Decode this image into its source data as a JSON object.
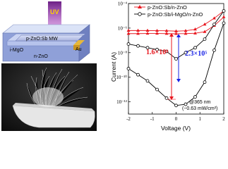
{
  "device": {
    "uv_label": "UV",
    "mw_label": "p-ZnO:Sb MW",
    "electrode_label": "Au",
    "insulator_label": "i-MgO",
    "substrate_label": "n-ZnO"
  },
  "colors": {
    "accent_red": "#e8141c",
    "accent_blue": "#1a23e6",
    "black": "#000000",
    "uv_purple": "#b84fc8"
  },
  "chart_data": {
    "type": "line",
    "xlabel": "Voltage (V)",
    "ylabel": "Current (A)",
    "xlim": [
      -2,
      2
    ],
    "ylim_log10": [
      -13,
      -4
    ],
    "y_scale": "log",
    "x_ticks": [
      "-2",
      "-1",
      "0",
      "1",
      "2"
    ],
    "y_ticks": [
      "10⁻¹²",
      "10⁻¹⁰",
      "10⁻⁸",
      "10⁻⁶",
      "10⁻⁴"
    ],
    "legend_position": "top",
    "series": [
      {
        "name": "p-ZnO:Sb/n-ZnO",
        "color": "#e8141c",
        "marker": "triangle",
        "dark": {
          "x": [
            -2.0,
            -1.6,
            -1.2,
            -0.8,
            -0.4,
            0.0,
            0.4,
            0.8,
            1.2,
            1.6,
            2.0
          ],
          "log10_y": [
            -6.45,
            -6.45,
            -6.44,
            -6.44,
            -6.45,
            -6.46,
            -6.45,
            -6.42,
            -6.3,
            -5.8,
            -5.1
          ]
        },
        "uv": {
          "x": [
            -2.0,
            -1.6,
            -1.2,
            -0.8,
            -0.4,
            0.0,
            0.4,
            0.8,
            1.2,
            1.6,
            2.0
          ],
          "log10_y": [
            -6.2,
            -6.2,
            -6.2,
            -6.21,
            -6.22,
            -6.25,
            -6.22,
            -6.1,
            -5.7,
            -5.2,
            -4.6
          ]
        }
      },
      {
        "name": "p-ZnO:Sb/i-MgO/n-ZnO",
        "color": "#000000",
        "marker": "circle",
        "dark": {
          "x": [
            -2.0,
            -1.6,
            -1.2,
            -0.8,
            -0.4,
            0.0,
            0.4,
            0.8,
            1.2,
            1.6,
            2.0
          ],
          "log10_y": [
            -9.3,
            -9.8,
            -10.3,
            -11.0,
            -11.7,
            -12.3,
            -12.2,
            -11.6,
            -10.4,
            -7.8,
            -5.6
          ]
        },
        "uv": {
          "x": [
            -2.0,
            -1.6,
            -1.2,
            -0.8,
            -0.4,
            0.0,
            0.4,
            0.8,
            1.2,
            1.6,
            2.0
          ],
          "log10_y": [
            -7.3,
            -7.45,
            -7.6,
            -7.75,
            -7.9,
            -8.5,
            -8.0,
            -7.6,
            -6.9,
            -5.7,
            -4.6
          ]
        }
      }
    ],
    "annotations": {
      "ratio_red": "1.6×10⁸",
      "ratio_blue": "2.3×10⁵",
      "condition": "@365 nm",
      "intensity": "(~0.63 mW/cm²)"
    }
  }
}
